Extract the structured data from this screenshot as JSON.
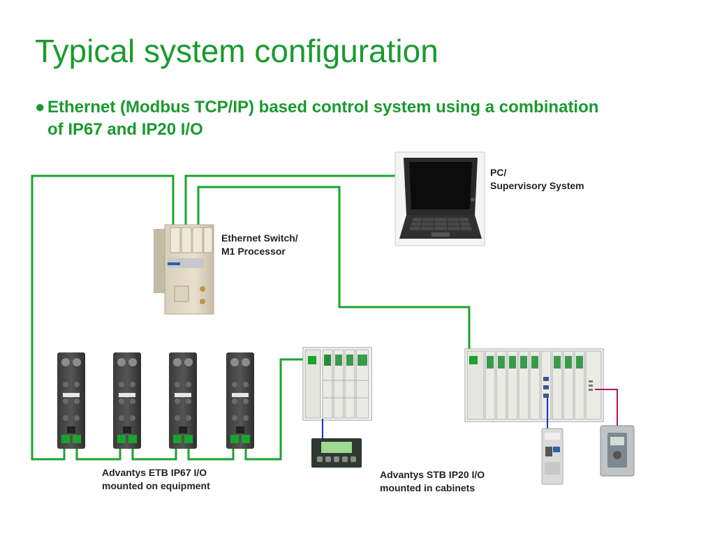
{
  "title": "Typical system configuration",
  "bullet": {
    "symbol": "●",
    "text": "Ethernet (Modbus TCP/IP) based control system using a combination of IP67 and IP20 I/O"
  },
  "labels": {
    "pc": "PC/\nSupervisory System",
    "switch": "Ethernet Switch/\nM1 Processor",
    "etb": "Advantys ETB IP67 I/O\nmounted on equipment",
    "stb": "Advantys STB IP20 I/O\nmounted in cabinets"
  },
  "colors": {
    "title": "#1a9a2e",
    "ethernet_cable": "#1aa32e",
    "serial_cable": "#1a2fbf",
    "drive_cable": "#b0155a"
  }
}
